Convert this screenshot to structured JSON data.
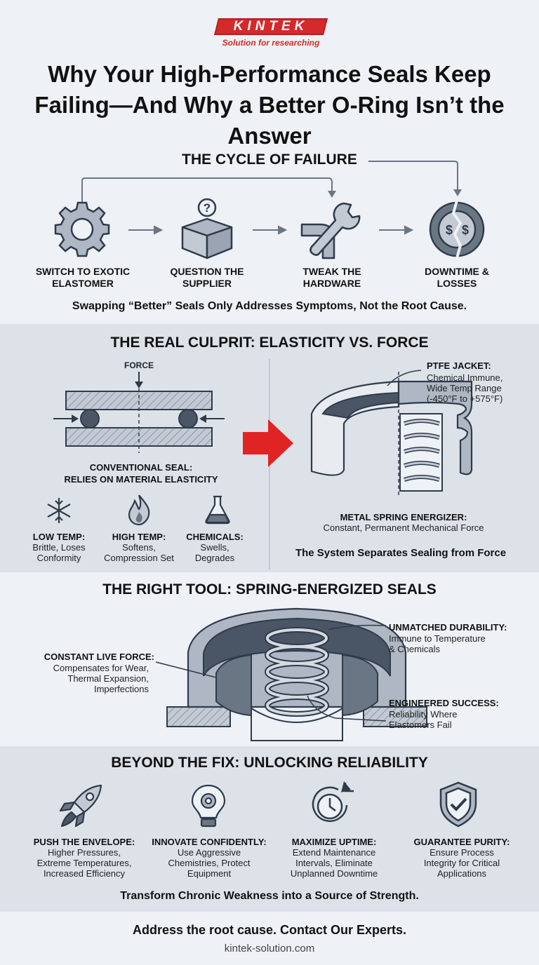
{
  "brand": {
    "name": "KINTEK",
    "tagline": "Solution for researching"
  },
  "title": "Why Your High-Performance Seals Keep Failing—And Why a Better O-Ring Isn’t the Answer",
  "cycle": {
    "heading": "THE CYCLE OF FAILURE",
    "steps": [
      {
        "label": "SWITCH TO EXOTIC ELASTOMER",
        "icon": "gear-icon"
      },
      {
        "label": "QUESTION THE SUPPLIER",
        "icon": "question-box-icon"
      },
      {
        "label": "TWEAK THE HARDWARE",
        "icon": "wrench-pipe-icon"
      },
      {
        "label": "DOWNTIME & LOSSES",
        "icon": "broken-coin-icon"
      }
    ],
    "summary": "Swapping “Better” Seals Only Addresses Symptoms, Not the Root Cause."
  },
  "culprit": {
    "heading": "THE REAL CULPRIT: ELASTICITY VS. FORCE",
    "force_label": "FORCE",
    "conventional_title": "CONVENTIONAL SEAL:",
    "conventional_sub": "RELIES ON MATERIAL ELASTICITY",
    "conditions": [
      {
        "title": "LOW TEMP:",
        "desc": "Brittle, Loses Conformity",
        "icon": "snowflake-icon"
      },
      {
        "title": "HIGH TEMP:",
        "desc": "Softens, Compression Set",
        "icon": "flame-icon"
      },
      {
        "title": "CHEMICALS:",
        "desc": "Swells, Degrades",
        "icon": "flask-icon"
      }
    ],
    "ptfe_title": "PTFE JACKET:",
    "ptfe_desc": [
      "Chemical Immune,",
      "Wide Temp Range",
      "(-450°F to +575°F)"
    ],
    "spring_title": "METAL SPRING ENERGIZER:",
    "spring_desc": "Constant, Permanent Mechanical Force",
    "system_note": "The System Separates Sealing from Force",
    "accent": "#e02424"
  },
  "right_tool": {
    "heading": "THE RIGHT TOOL: SPRING-ENERGIZED SEALS",
    "callouts": [
      {
        "title": "CONSTANT LIVE FORCE:",
        "desc": [
          "Compensates for Wear,",
          "Thermal Expansion,",
          "Imperfections"
        ]
      },
      {
        "title": "UNMATCHED DURABILITY:",
        "desc": [
          "Immune to Temperature",
          "& Chemicals"
        ]
      },
      {
        "title": "ENGINEERED SUCCESS:",
        "desc": [
          "Reliability Where",
          "Elastomers Fail"
        ]
      }
    ]
  },
  "beyond": {
    "heading": "BEYOND THE FIX: UNLOCKING RELIABILITY",
    "benefits": [
      {
        "title": "PUSH THE ENVELOPE:",
        "desc": [
          "Higher Pressures,",
          "Extreme Temperatures,",
          "Increased Efficiency"
        ],
        "icon": "rocket-icon"
      },
      {
        "title": "INNOVATE CONFIDENTLY:",
        "desc": [
          "Use Aggressive",
          "Chemistries, Protect",
          "Equipment"
        ],
        "icon": "lightbulb-gear-icon"
      },
      {
        "title": "MAXIMIZE UPTIME:",
        "desc": [
          "Extend Maintenance",
          "Intervals, Eliminate",
          "Unplanned Downtime"
        ],
        "icon": "clock-arrow-icon"
      },
      {
        "title": "GUARANTEE PURITY:",
        "desc": [
          "Ensure Process",
          "Integrity for Critical",
          "Applications"
        ],
        "icon": "shield-check-icon"
      }
    ],
    "summary": "Transform Chronic Weakness into a Source of Strength."
  },
  "footer": {
    "cta": "Address the root cause. Contact Our Experts.",
    "url": "kintek-solution.com"
  }
}
